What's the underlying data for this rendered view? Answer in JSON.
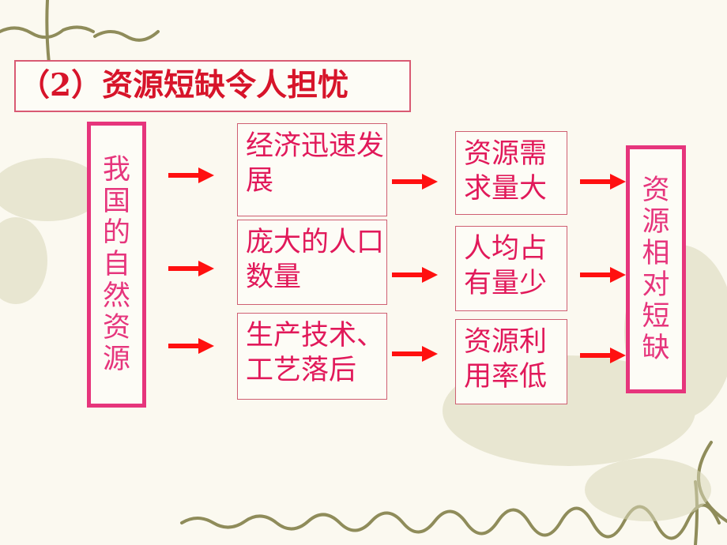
{
  "title": "（2）资源短缺令人担忧",
  "source": "我国的自然资源",
  "causes": [
    {
      "text": "经济迅速发展"
    },
    {
      "text": "庞大的人口数量"
    },
    {
      "text": "生产技术、工艺落后"
    }
  ],
  "effects": [
    {
      "text": "资源需求量大"
    },
    {
      "text": "人均占有量少"
    },
    {
      "text": "资源利用率低"
    }
  ],
  "result": "资源相对短缺",
  "colors": {
    "title": "#d7142a",
    "box_text": "#e1195a",
    "thick_border": "#e6357c",
    "thin_border": "#cf5f72",
    "arrow": "#ff1010",
    "decoration": "#8a8a55"
  }
}
